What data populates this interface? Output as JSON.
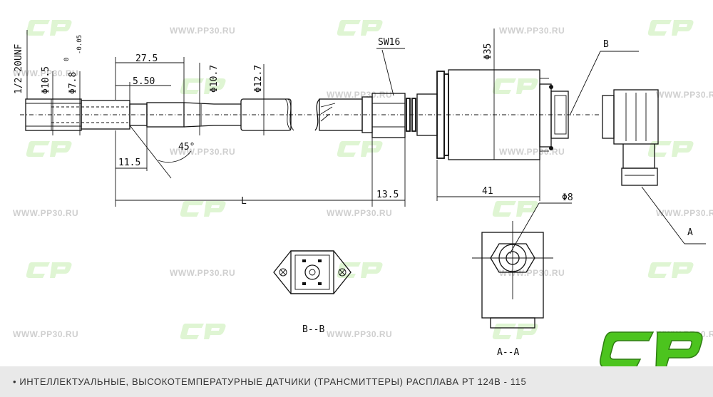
{
  "dimensions": {
    "thread": "1/2-20UNF",
    "d105": "Φ10.5",
    "d78": "Φ7.8",
    "d78_tol_upper": "0",
    "d78_tol_lower": "-0.05",
    "len275": "27.5",
    "len550": "5.50",
    "d107": "Φ10.7",
    "d127": "Φ12.7",
    "sw16": "SW16",
    "d35": "Φ35",
    "view_b": "B",
    "angle45": "45°",
    "len115": "11.5",
    "len_L": "L",
    "len135": "13.5",
    "len41": "41",
    "d8": "Φ8",
    "view_a": "A"
  },
  "views": {
    "bb": "B--B",
    "aa": "A--A"
  },
  "watermark": {
    "text": "WWW.PP30.RU"
  },
  "caption": "•  ИНТЕЛЛЕКТУАЛЬНЫЕ, ВЫСОКОТЕМПЕРАТУРНЫЕ ДАТЧИКИ (ТРАНСМИТТЕРЫ) РАСПЛАВА PT 124B - 115",
  "colors": {
    "logo_green": "#4cc41e",
    "watermark_green": "#dff5d3",
    "caption_bg": "#e9e9e9"
  }
}
